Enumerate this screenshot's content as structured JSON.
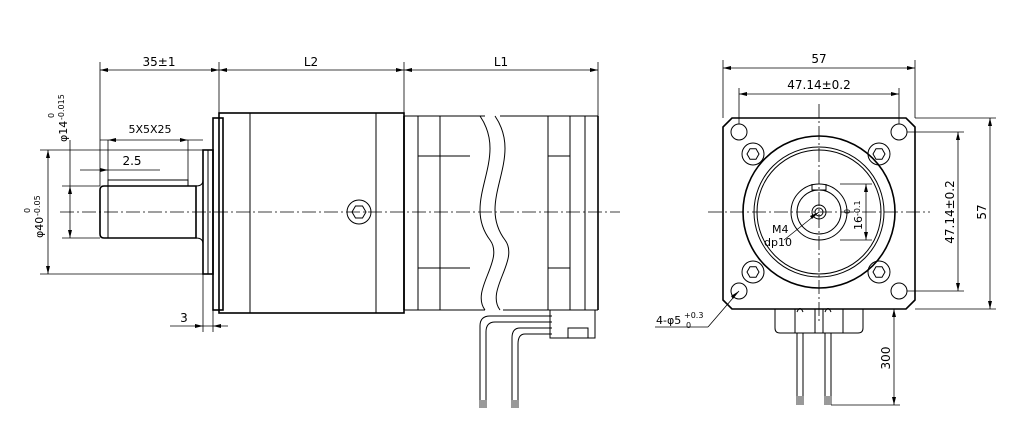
{
  "dimensions": {
    "shaft_len": "35±1",
    "gear_len": "L2",
    "motor_len": "L1",
    "key": "5X5X25",
    "key_offset": "2.5",
    "shaft_dia_main": "φ14",
    "shaft_dia_tol_upper": "0",
    "shaft_dia_tol_lower": "-0.015",
    "pilot_dia_main": "φ40",
    "pilot_dia_tol_upper": "0",
    "pilot_dia_tol_lower": "-0.05",
    "flange_thick": "3",
    "width": "57",
    "hole_spacing_h": "47.14±0.2",
    "hole_spacing_v": "47.14±0.2",
    "height": "57",
    "bore_main": "16",
    "bore_tol_upper": "0",
    "bore_tol_lower": "-0.1",
    "thread": "M4",
    "thread_depth": "dp10",
    "holes_main": "4-φ5",
    "holes_tol_upper": "+0.3",
    "holes_tol_lower": "0",
    "lead_len": "300"
  }
}
